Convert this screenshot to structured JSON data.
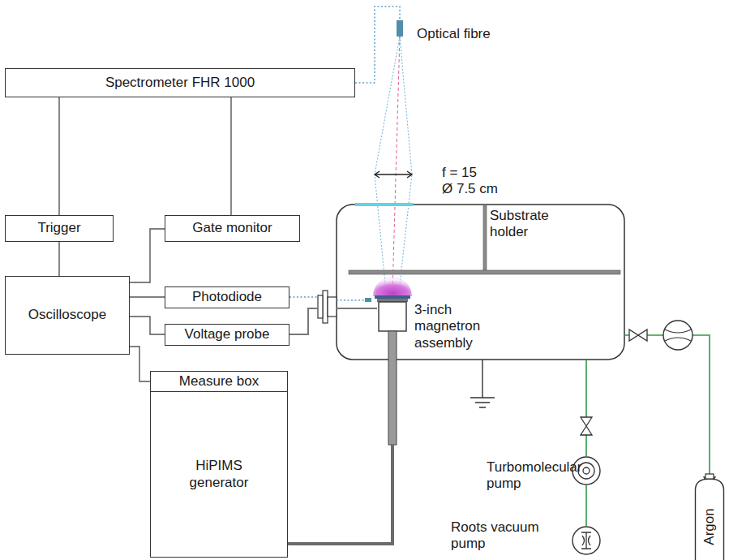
{
  "diagram": {
    "nodes": [
      {
        "text": [
          "Spectrometer FHR 1000"
        ]
      },
      {
        "text": [
          "Trigger"
        ]
      },
      {
        "text": [
          "Gate monitor"
        ]
      },
      {
        "text": [
          "Oscilloscope"
        ]
      },
      {
        "text": [
          "Photodiode"
        ]
      },
      {
        "text": [
          "Voltage probe"
        ]
      },
      {
        "text": [
          "Measure box"
        ]
      },
      {
        "text": [
          "HiPIMS generator"
        ]
      },
      {
        "text": [
          "Turbomolecular pump"
        ]
      },
      {
        "text": [
          "Roots vacuum pump"
        ]
      },
      {
        "text": [
          "Argon"
        ]
      }
    ],
    "edges": [
      {
        "from": 0,
        "to": 1,
        "arrow": "none"
      },
      {
        "from": 0,
        "to": 2,
        "arrow": "none"
      },
      {
        "from": 1,
        "to": 3,
        "arrow": "none"
      },
      {
        "from": 2,
        "to": 3,
        "arrow": "none"
      },
      {
        "from": 4,
        "to": 3,
        "arrow": "none"
      },
      {
        "from": 5,
        "to": 3,
        "arrow": "none"
      },
      {
        "from": 6,
        "to": 3,
        "arrow": "none"
      },
      {
        "from": 8,
        "to": 9,
        "arrow": "none"
      }
    ],
    "labels": [
      "Optical fibre",
      "f = 15",
      "Ø 7.5 cm",
      "Substrate holder",
      "3-inch magnetron assembly"
    ]
  }
}
